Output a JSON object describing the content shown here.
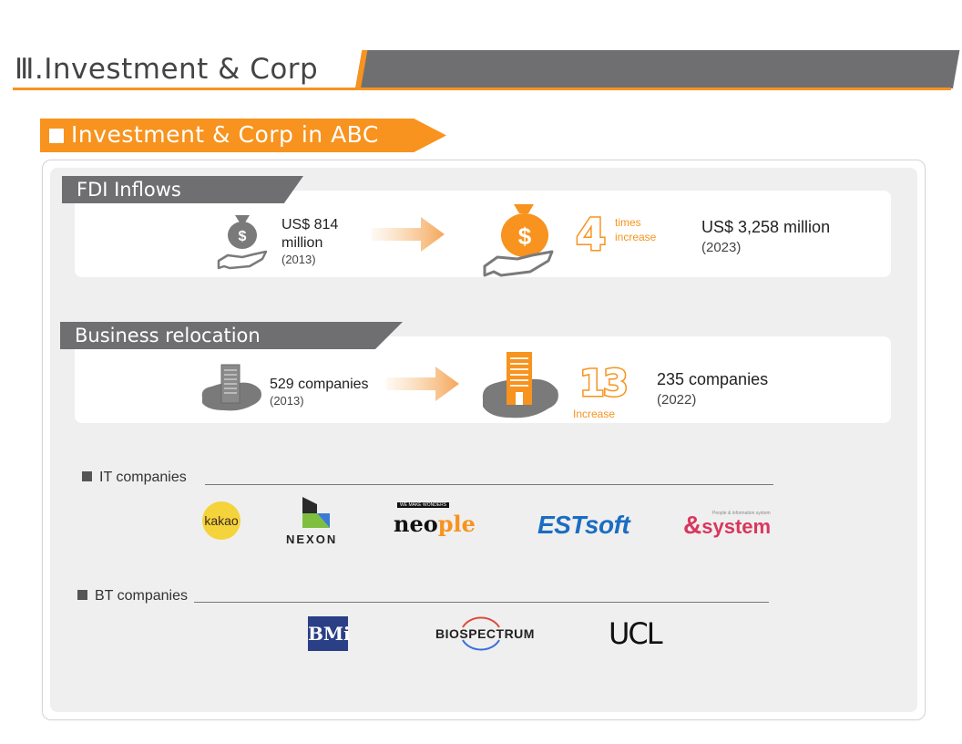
{
  "header": {
    "title": "Ⅲ.Investment & Corp"
  },
  "section": {
    "title": "Investment & Corp in ABC"
  },
  "fdi": {
    "tab": "FDI  Inflows",
    "before_value_line1": "US$ 814",
    "before_value_line2": "million",
    "before_year": "(2013)",
    "multiplier": "4",
    "multiplier_label_1": "times",
    "multiplier_label_2": "increase",
    "after_value": "US$ 3,258  million",
    "after_year": "(2023)"
  },
  "relocation": {
    "tab": "Business relocation",
    "before_value": "529 companies",
    "before_year": "(2013)",
    "multiplier": "13",
    "multiplier_label": "Increase",
    "after_value": "235 companies",
    "after_year": "(2022)"
  },
  "it_companies": {
    "label": "IT companies",
    "logos": [
      {
        "name": "kakao",
        "text": "kakao",
        "color": "#f5d33a"
      },
      {
        "name": "nexon",
        "text": "NEXON"
      },
      {
        "name": "neople",
        "text_a": "neo",
        "text_b": "ple",
        "tagline": "WE MAKE WONDERS"
      },
      {
        "name": "estsoft",
        "text": "ESTsoft",
        "color": "#1b6dc1"
      },
      {
        "name": "system",
        "text": "system",
        "prefix": "&",
        "tagline": "People & information system",
        "color": "#d9365e"
      }
    ]
  },
  "bt_companies": {
    "label": "BT companies",
    "logos": [
      {
        "name": "bmi",
        "text": "BMi",
        "color": "#2a3f86"
      },
      {
        "name": "biospectrum",
        "text": "BIOSPECTRUM"
      },
      {
        "name": "ucl",
        "text": "UCL"
      }
    ]
  },
  "colors": {
    "accent": "#f7931e",
    "tab_gray": "#6f6f71",
    "icon_gray": "#7a7a7a"
  }
}
